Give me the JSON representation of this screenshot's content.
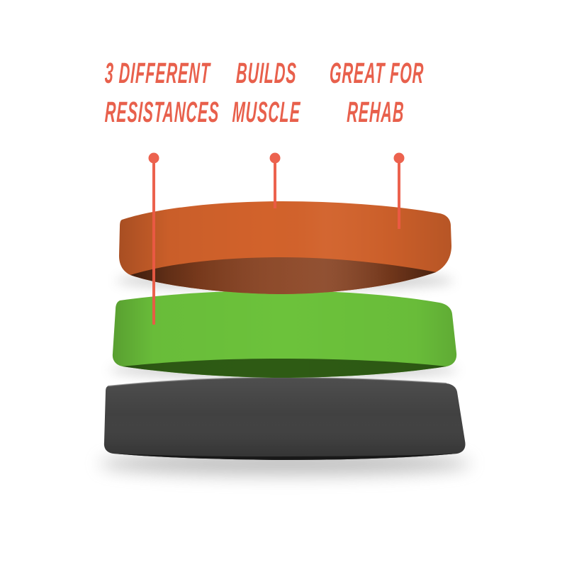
{
  "callouts": {
    "labels": [
      {
        "line1": "3 DIFFERENT",
        "line2": "RESISTANCES"
      },
      {
        "line1": "BUILDS",
        "line2": "MUSCLE"
      },
      {
        "line1": "GREAT FOR",
        "line2": "REHAB"
      }
    ]
  },
  "bands": [
    {
      "name": "orange-resistance-band",
      "color": "#D2622B"
    },
    {
      "name": "green-resistance-band",
      "color": "#6CC23B"
    },
    {
      "name": "black-resistance-band",
      "color": "#3F3F3F"
    }
  ],
  "colors": {
    "accent_text": "#E8604C",
    "callout": "#EC5A45",
    "band_orange": "#D2622B",
    "band_orange_inner": "#8A4220",
    "band_green": "#6CC23B",
    "band_green_inner": "#2E5B14",
    "band_black": "#3F3F3F",
    "band_black_inner": "#191919",
    "background": "#FFFFFF"
  }
}
